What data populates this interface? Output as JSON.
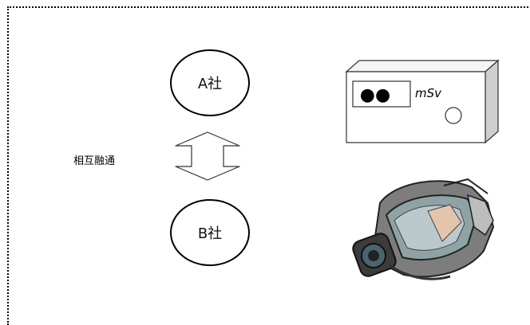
{
  "diagram": {
    "company_a": "A社",
    "company_b": "B社",
    "relation_label": "相互融通",
    "dosimeter": {
      "dots": "●●",
      "unit": "mSv",
      "icon": "dosimeter-device-icon"
    },
    "mask_icon": "gas-mask-respirator-icon"
  }
}
